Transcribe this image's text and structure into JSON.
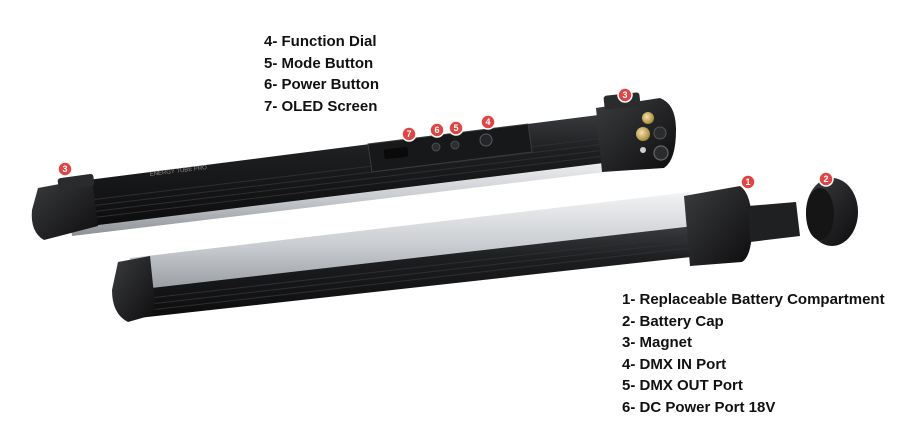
{
  "legend_top": [
    "4- Function Dial",
    "5- Mode Button",
    "6- Power Button",
    "7- OLED Screen"
  ],
  "legend_bottom": [
    "1- Replaceable Battery Compartment",
    "2- Battery Cap",
    "3- Magnet",
    "4- DMX IN Port",
    "5- DMX OUT Port",
    "6- DC Power Port 18V"
  ],
  "callouts": {
    "magnet_left": "3",
    "magnet_right": "3",
    "oled_screen": "7",
    "power_button": "6",
    "mode_button": "5",
    "function_dial": "4",
    "battery_compartment": "1",
    "battery_cap": "2"
  },
  "colors": {
    "callout": "#e04545",
    "tube_body": "#1b1c1e",
    "diffuser": "#d9dcdf"
  }
}
